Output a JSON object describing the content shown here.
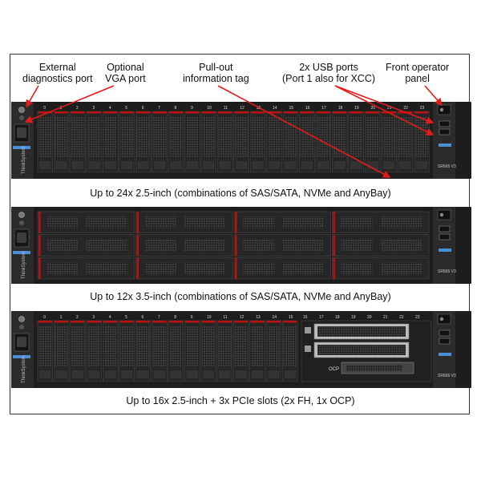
{
  "callouts": {
    "diag_line1": "External",
    "diag_line2": "diagnostics port",
    "vga_line1": "Optional",
    "vga_line2": "VGA port",
    "tag_line1": "Pull-out",
    "tag_line2": "information tag",
    "usb_line1": "2x USB ports",
    "usb_line2": "(Port 1 also for XCC)",
    "panel_line1": "Front operator",
    "panel_line2": "panel"
  },
  "captions": {
    "config_24": "Up to 24x 2.5-inch (combinations of SAS/SATA, NVMe and AnyBay)",
    "config_12": "Up to 12x 3.5-inch (combinations of SAS/SATA, NVMe and AnyBay)",
    "config_16": "Up to 16x 2.5-inch + 3x PCIe slots (2x FH, 1x OCP)"
  },
  "server": {
    "brand": "ThinkSystem",
    "model": "SR665 V3",
    "ocp_label": "OCP"
  },
  "bays_24": [
    "0",
    "1",
    "2",
    "3",
    "4",
    "5",
    "6",
    "7",
    "8",
    "9",
    "10",
    "11",
    "12",
    "13",
    "14",
    "15",
    "16",
    "17",
    "18",
    "19",
    "20",
    "21",
    "22",
    "23"
  ],
  "bays_16": [
    "0",
    "1",
    "2",
    "3",
    "4",
    "5",
    "6",
    "7",
    "8",
    "9",
    "10",
    "11",
    "12",
    "13",
    "14",
    "15"
  ],
  "slot_numbers": [
    "16",
    "17",
    "18",
    "19",
    "20",
    "21",
    "22",
    "23"
  ],
  "colors": {
    "arrow": "#e31b1b",
    "chassis": "#1d1d1d",
    "bezel": "#2b2b2b"
  }
}
